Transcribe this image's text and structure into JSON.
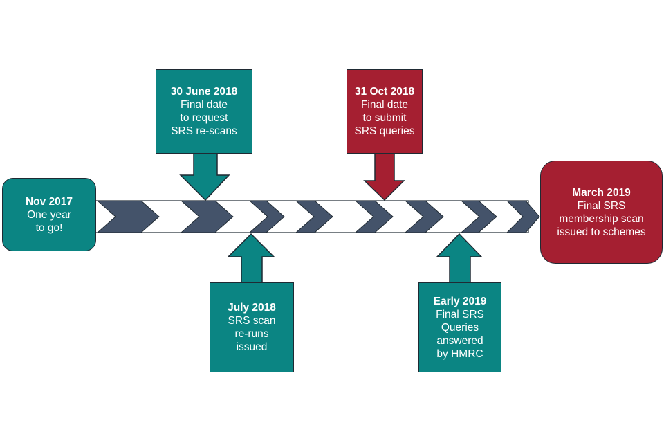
{
  "colors": {
    "teal": "#0b8583",
    "red": "#a51f31",
    "chevron": "#44536a",
    "stroke": "#1f2a33"
  },
  "milestones": {
    "start": {
      "title": "Nov 2017",
      "lines": [
        "One year",
        "to go!"
      ]
    },
    "june_2018": {
      "title": "30 June 2018",
      "lines": [
        "Final date",
        "to request",
        "SRS re-scans"
      ]
    },
    "oct_2018": {
      "title": "31 Oct 2018",
      "lines": [
        "Final date",
        "to submit",
        "SRS queries"
      ]
    },
    "july_2018": {
      "title": "July 2018",
      "lines": [
        "SRS scan",
        "re-runs",
        "issued"
      ]
    },
    "early_2019": {
      "title": "Early 2019",
      "lines": [
        "Final SRS",
        "Queries",
        "answered",
        "by HMRC"
      ]
    },
    "end": {
      "title": "March 2019",
      "lines": [
        "Final SRS",
        "membership scan",
        "issued to schemes"
      ]
    }
  }
}
